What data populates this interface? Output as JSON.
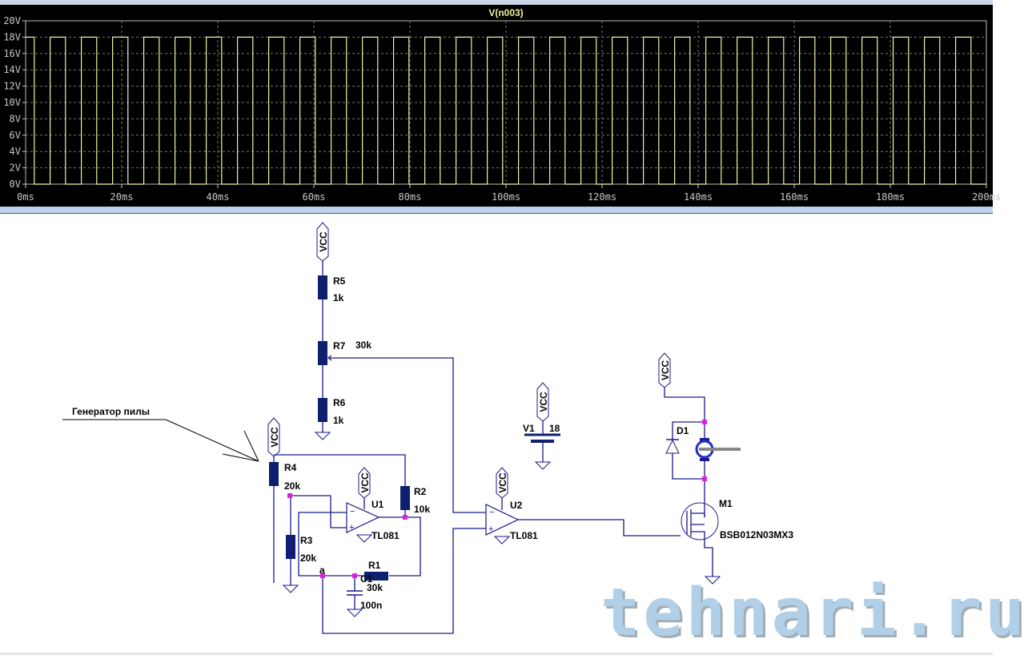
{
  "waveform": {
    "trace_title": "V(n003)",
    "trace_color": "#f2f2a0",
    "grid_color": "#808080",
    "chart_data": {
      "type": "line",
      "title": "V(n003)",
      "xlabel": "",
      "ylabel": "",
      "xlim": [
        0,
        200
      ],
      "ylim": [
        0,
        20
      ],
      "x_unit": "ms",
      "y_unit": "V",
      "x_ticks": [
        "0ms",
        "20ms",
        "40ms",
        "60ms",
        "80ms",
        "100ms",
        "120ms",
        "140ms",
        "160ms",
        "180ms",
        "200ms"
      ],
      "y_ticks": [
        "0V",
        "2V",
        "4V",
        "6V",
        "8V",
        "10V",
        "12V",
        "14V",
        "16V",
        "18V",
        "20V"
      ],
      "grid": true,
      "series": [
        {
          "name": "V(n003)",
          "kind": "square-wave",
          "high": 18,
          "low": 0,
          "period_ms": 6.5,
          "high_time_ms": 3.2,
          "first_fall_ms": 1.8
        }
      ]
    }
  },
  "schematic": {
    "annotation": "Генератор пилы",
    "supply_label": "VCC",
    "components": {
      "R5": {
        "name": "R5",
        "value": "1k"
      },
      "R7": {
        "name": "R7",
        "value": "30k"
      },
      "R6": {
        "name": "R6",
        "value": "1k"
      },
      "R4": {
        "name": "R4",
        "value": "20k"
      },
      "R3": {
        "name": "R3",
        "value": "20k"
      },
      "R2": {
        "name": "R2",
        "value": "10k"
      },
      "R1": {
        "name": "R1",
        "value": "30k"
      },
      "C1": {
        "name": "C1",
        "value": "100n"
      },
      "U1": {
        "name": "U1",
        "value": "TL081"
      },
      "U2": {
        "name": "U2",
        "value": "TL081"
      },
      "V1": {
        "name": "V1",
        "value": "18"
      },
      "D1": {
        "name": "D1"
      },
      "M1": {
        "name": "M1",
        "value": "BSB012N03MX3"
      }
    },
    "net_label_a": "a"
  },
  "watermark": "tehnari.ru"
}
